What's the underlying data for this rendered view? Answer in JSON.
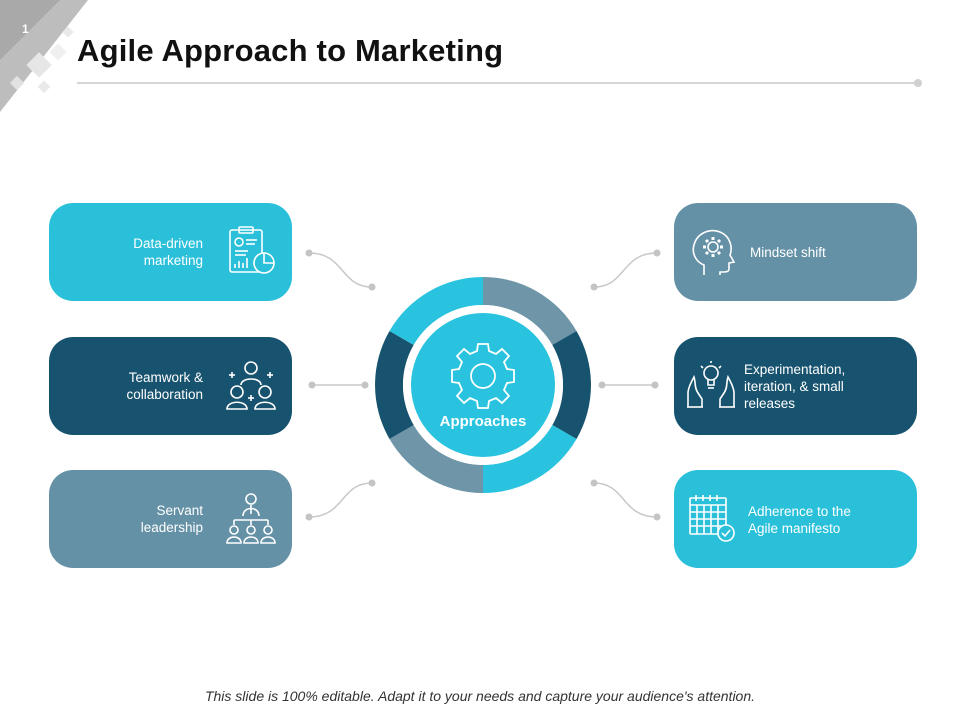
{
  "slide": {
    "page_number": "1",
    "title": "Agile Approach to Marketing",
    "footer": "This slide is 100% editable. Adapt it to your needs and capture your audience's attention."
  },
  "center": {
    "label": "Approaches",
    "icon": "gear-icon"
  },
  "colors": {
    "cyan": "#2ac0da",
    "navy": "#17536f",
    "slate": "#6591a6",
    "ring_cyan": "#29c3df",
    "ring_slate": "#6e95a8"
  },
  "left_items": [
    {
      "label_line1": "Data-driven",
      "label_line2": "marketing",
      "icon": "report-chart-icon",
      "color": "cyan"
    },
    {
      "label_line1": "Teamwork &",
      "label_line2": "collaboration",
      "icon": "team-icon",
      "color": "navy"
    },
    {
      "label_line1": "Servant",
      "label_line2": "leadership",
      "icon": "leadership-icon",
      "color": "slate"
    }
  ],
  "right_items": [
    {
      "label_line1": "Mindset shift",
      "icon": "head-gear-icon",
      "color": "slate"
    },
    {
      "label_line1": "Experimentation,",
      "label_line2": "iteration, & small",
      "label_line3": "releases",
      "icon": "hands-bulb-icon",
      "color": "navy"
    },
    {
      "label_line1": "Adherence to the",
      "label_line2": "Agile manifesto",
      "icon": "calendar-check-icon",
      "color": "cyan"
    }
  ]
}
